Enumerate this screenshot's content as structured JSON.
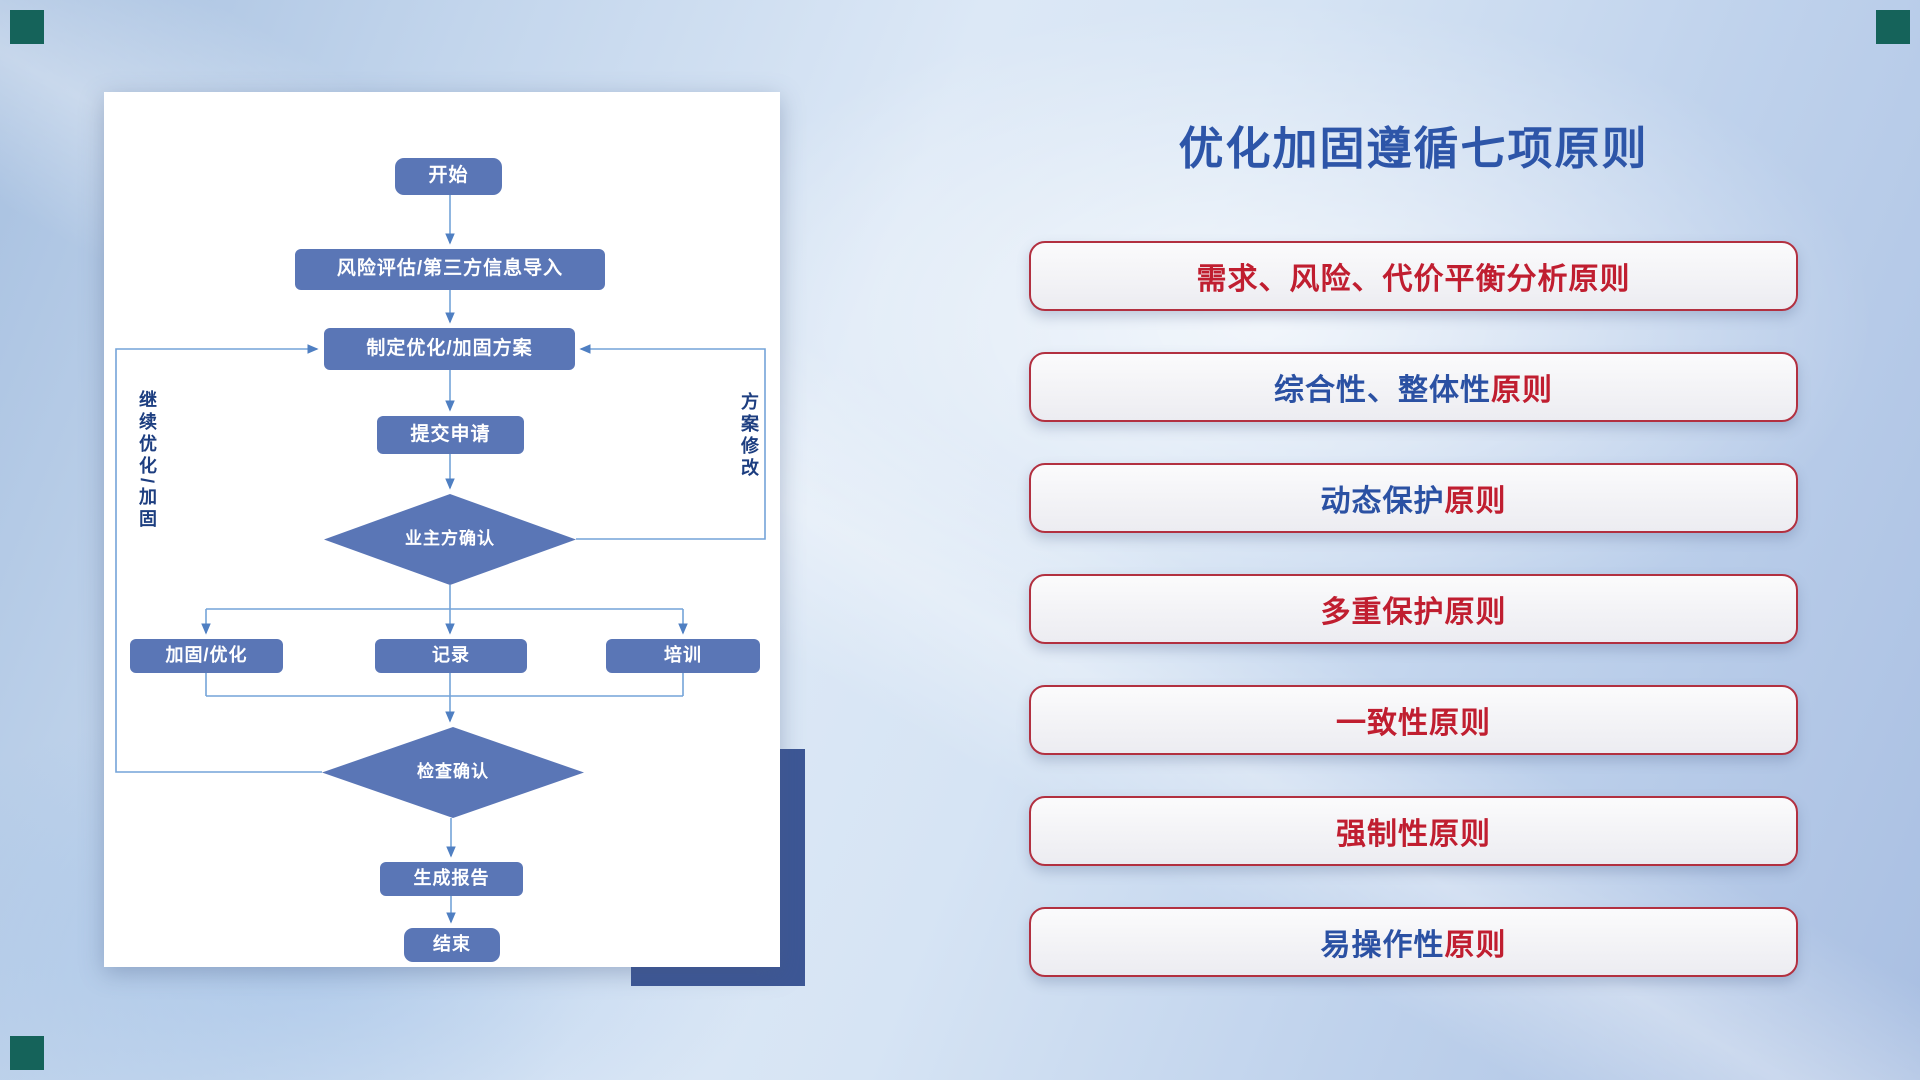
{
  "colors": {
    "title_blue": "#2d55a8",
    "principle_blue": "#2b51a3",
    "principle_red": "#c01e30",
    "pill_border_red": "#b23040",
    "node_blue": "#5a76b6",
    "connector_blue": "#74a3d9",
    "shadow_navy": "#3d5795",
    "corner_teal": "#15635a"
  },
  "flowchart": {
    "nodes": {
      "start": "开始",
      "risk_import": "风险评估/第三方信息导入",
      "make_plan": "制定优化/加固方案",
      "submit": "提交申请",
      "owner_confirm": "业主方确认",
      "reinforce": "加固/优化",
      "record": "记录",
      "training": "培训",
      "check_confirm": "检查确认",
      "report": "生成报告",
      "end": "结束"
    },
    "loop_labels": {
      "left": "继续优化/加固",
      "right": "方案修改"
    }
  },
  "principles": {
    "title": "优化加固遵循七项原则",
    "items": [
      {
        "segments": [
          {
            "text": "需求、风险、代价平衡分析原则",
            "color": "red"
          }
        ]
      },
      {
        "segments": [
          {
            "text": "综合性、整体性",
            "color": "blue"
          },
          {
            "text": "原则",
            "color": "red"
          }
        ]
      },
      {
        "segments": [
          {
            "text": "动态保护",
            "color": "blue"
          },
          {
            "text": "原则",
            "color": "red"
          }
        ]
      },
      {
        "segments": [
          {
            "text": "多重保护原则",
            "color": "red"
          }
        ]
      },
      {
        "segments": [
          {
            "text": "一致性原则",
            "color": "red"
          }
        ]
      },
      {
        "segments": [
          {
            "text": "强制性原则",
            "color": "red"
          }
        ]
      },
      {
        "segments": [
          {
            "text": "易操作性",
            "color": "blue"
          },
          {
            "text": "原则",
            "color": "red"
          }
        ]
      }
    ]
  }
}
